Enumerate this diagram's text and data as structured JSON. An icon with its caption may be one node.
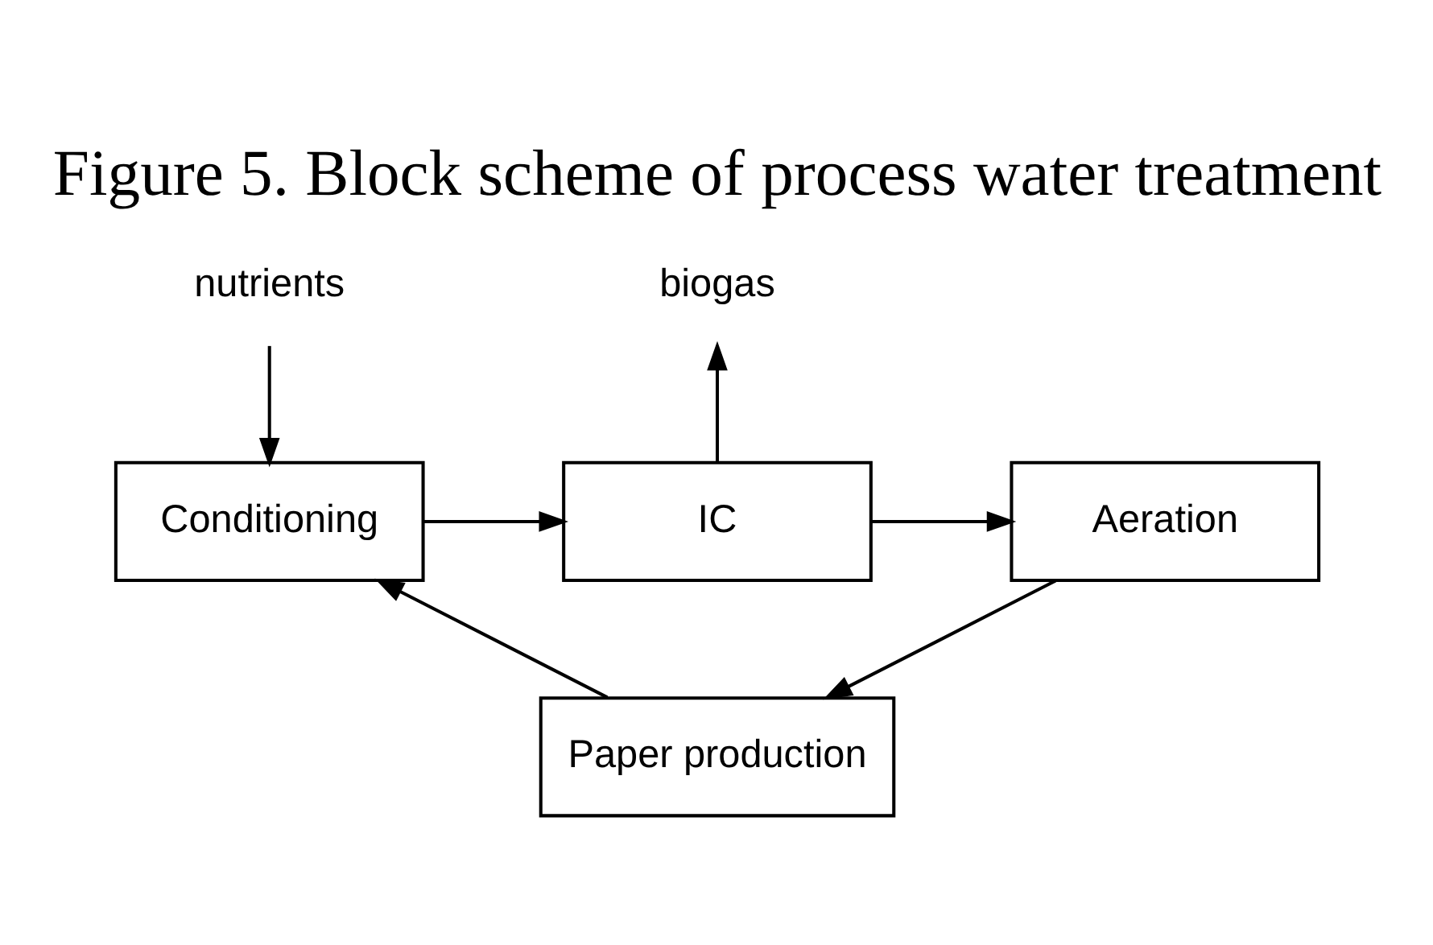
{
  "diagram": {
    "title": "Figure 5. Block scheme of process water treatment",
    "nodes": [
      {
        "text": [
          "nutrients"
        ]
      },
      {
        "text": [
          "biogas"
        ]
      },
      {
        "text": [
          "Conditioning"
        ]
      },
      {
        "text": [
          "IC"
        ]
      },
      {
        "text": [
          "Aeration"
        ]
      },
      {
        "text": [
          "Paper production"
        ]
      }
    ],
    "edges": [
      {
        "from": 0,
        "to": 2,
        "arrow": "to"
      },
      {
        "from": 3,
        "to": 1,
        "arrow": "to"
      },
      {
        "from": 2,
        "to": 3,
        "arrow": "to"
      },
      {
        "from": 3,
        "to": 4,
        "arrow": "to"
      },
      {
        "from": 4,
        "to": 5,
        "arrow": "to"
      },
      {
        "from": 5,
        "to": 2,
        "arrow": "to"
      }
    ]
  }
}
